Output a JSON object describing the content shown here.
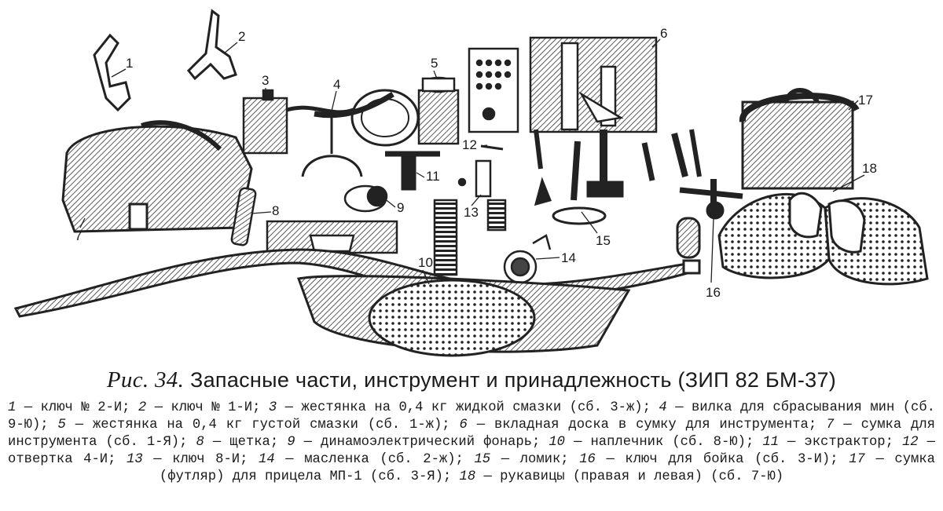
{
  "caption": {
    "label": "Рис. 34.",
    "text": "Запасные части, инструмент и принадлежность (ЗИП 82 БМ-37)"
  },
  "callouts": [
    "1",
    "2",
    "3",
    "4",
    "5",
    "6",
    "7",
    "8",
    "9",
    "10",
    "11",
    "12",
    "13",
    "14",
    "15",
    "16",
    "17",
    "18"
  ],
  "legend": [
    {
      "num": "1",
      "text": "ключ № 2-И"
    },
    {
      "num": "2",
      "text": "ключ № 1-И"
    },
    {
      "num": "3",
      "text": "жестянка на 0,4 кг жидкой смазки (сб. 3-ж)"
    },
    {
      "num": "4",
      "text": "вилка для сбрасывания мин (сб. 9-Ю)"
    },
    {
      "num": "5",
      "text": "жестянка на 0,4 кг густой смазки (сб. 1-ж)"
    },
    {
      "num": "6",
      "text": "вкладная доска в сумку для инструмента"
    },
    {
      "num": "7",
      "text": "сумка для инструмента (сб. 1-Я)"
    },
    {
      "num": "8",
      "text": "щетка"
    },
    {
      "num": "9",
      "text": "динамоэлектрический фонарь"
    },
    {
      "num": "10",
      "text": "наплечник (сб. 8-Ю)"
    },
    {
      "num": "11",
      "text": "экстрактор"
    },
    {
      "num": "12",
      "text": "отвертка 4-И"
    },
    {
      "num": "13",
      "text": "ключ 8-И"
    },
    {
      "num": "14",
      "text": "масленка (сб. 2-ж)"
    },
    {
      "num": "15",
      "text": "ломик"
    },
    {
      "num": "16",
      "text": "ключ для бойка (сб. 3-И)"
    },
    {
      "num": "17",
      "text": "сумка (футляр) для прицела МП-1 (сб. 3-Я)"
    },
    {
      "num": "18",
      "text": "рукавицы (правая и левая) (сб. 7-Ю)"
    }
  ]
}
